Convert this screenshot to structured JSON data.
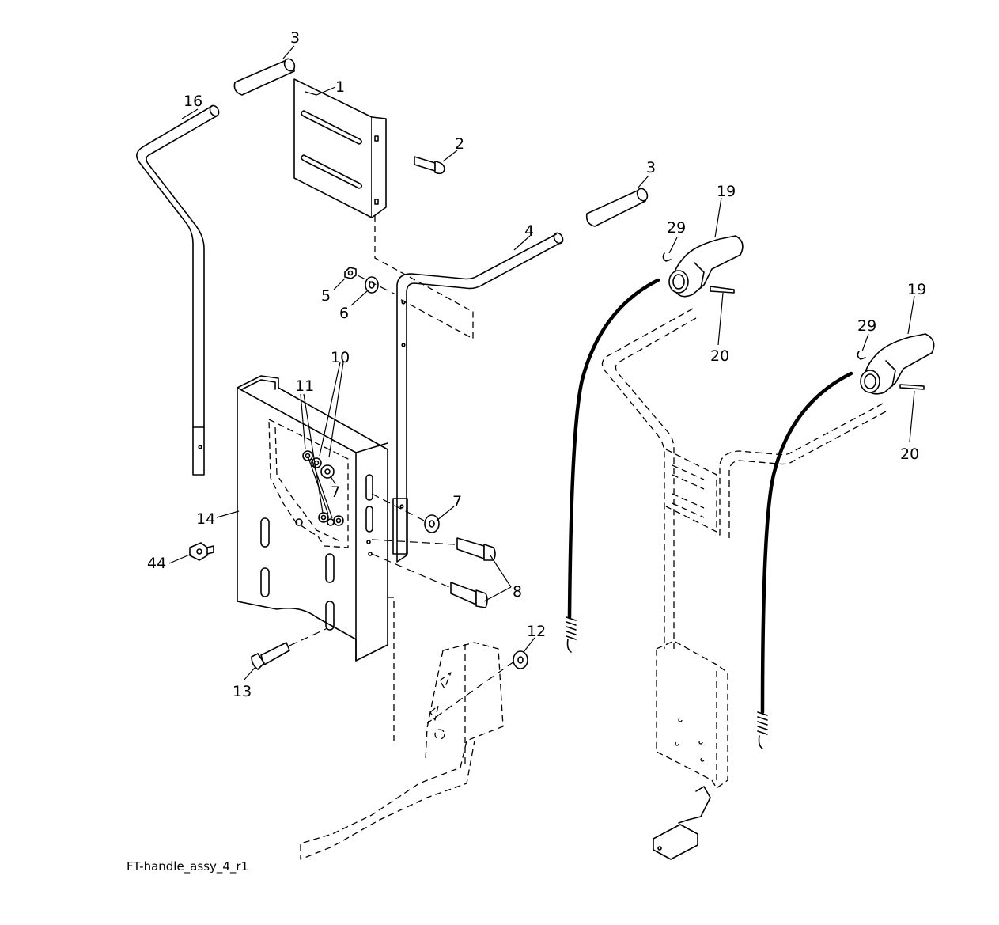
{
  "diagram": {
    "caption": "FT-handle_assy_4_r1",
    "callouts": {
      "c1": "1",
      "c2": "2",
      "c3a": "3",
      "c3b": "3",
      "c4": "4",
      "c5": "5",
      "c6": "6",
      "c7a": "7",
      "c7b": "7",
      "c8": "8",
      "c10": "10",
      "c11": "11",
      "c12": "12",
      "c13": "13",
      "c14": "14",
      "c16": "16",
      "c19a": "19",
      "c19b": "19",
      "c20a": "20",
      "c20b": "20",
      "c29a": "29",
      "c29b": "29",
      "c44": "44"
    }
  }
}
